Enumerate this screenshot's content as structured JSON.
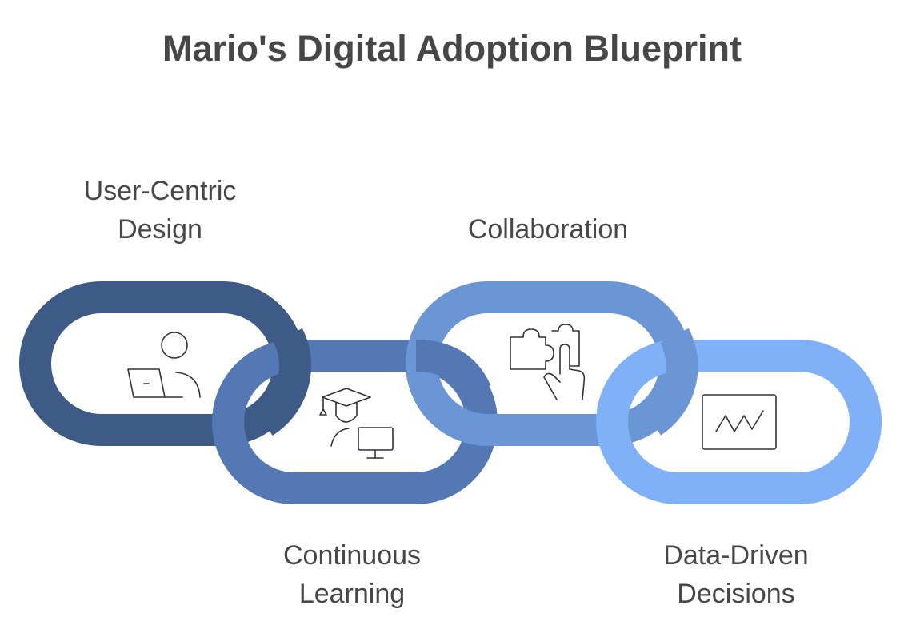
{
  "title": "Mario's Digital Adoption Blueprint",
  "colors": {
    "link1": "#3e5a86",
    "link2": "#5378b4",
    "link3": "#6b96d6",
    "link4": "#7fb0f8",
    "icon_stroke": "#333333",
    "text": "#474747"
  },
  "links": [
    {
      "label_line1": "User-Centric",
      "label_line2": "Design",
      "icon": "user-laptop-icon"
    },
    {
      "label_line1": "Continuous",
      "label_line2": "Learning",
      "icon": "graduate-monitor-icon"
    },
    {
      "label_line1": "Collaboration",
      "label_line2": "",
      "icon": "puzzle-hand-icon"
    },
    {
      "label_line1": "Data-Driven",
      "label_line2": "Decisions",
      "icon": "chart-icon"
    }
  ]
}
